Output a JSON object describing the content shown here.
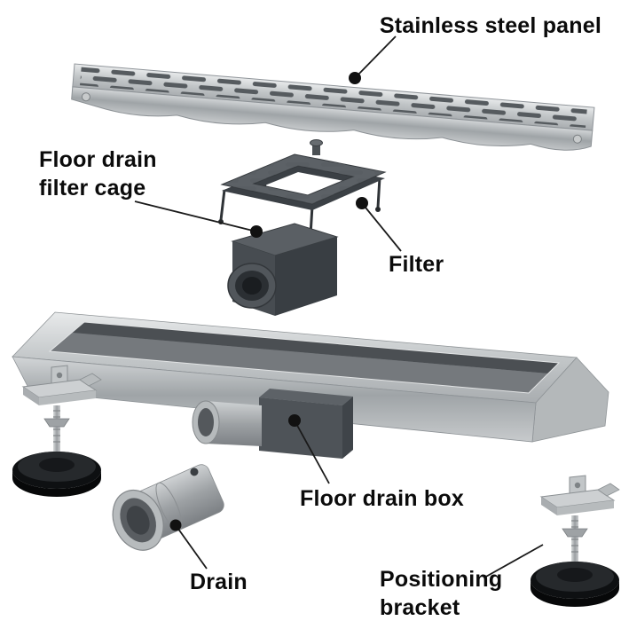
{
  "diagram": {
    "labels": {
      "panel": "Stainless steel panel",
      "filter_cage": "Floor drain filter cage",
      "filter": "Filter",
      "drain_box": "Floor drain box",
      "drain": "Drain",
      "bracket": "Positioning bracket"
    },
    "colors": {
      "background": "#ffffff",
      "steel_light": "#e8eaeb",
      "steel_mid": "#b2b6b8",
      "steel_dark": "#8d9296",
      "part_dark_gray": "#4a4f54",
      "channel_gray": "#6b7074",
      "base_black": "#0e1012",
      "label_text": "#0b0b0b",
      "callout_line": "#1a1a1a"
    }
  }
}
